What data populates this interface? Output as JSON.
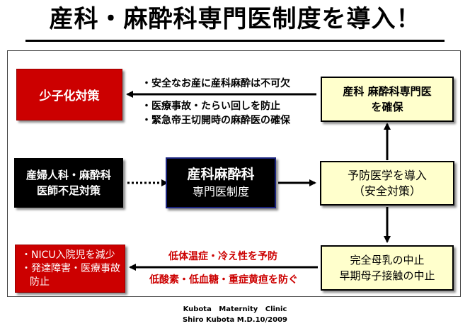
{
  "title": "産科・麻酔科専門医制度を導入！",
  "boxes": {
    "shoshika": "少子化対策",
    "fusoku": [
      "産婦人科・麻酔科",
      "医師不足対策"
    ],
    "center": [
      "産科麻酔科",
      "専門医制度"
    ],
    "kakuho": [
      "産科 麻酔科専門医",
      "を確保"
    ],
    "yobou": [
      "予防医学を導入",
      "（安全対策）"
    ],
    "chushi": [
      "完全母乳の中止",
      "早期母子接触の中止"
    ],
    "nicu": [
      "・NICU入院児を減少",
      "・発達障害・医療事故",
      "防止"
    ]
  },
  "top_bullets": [
    "・安全なお産に産科麻酔は不可欠",
    "・医療事故・たらい回しを防止",
    "・緊急帝王切開時の麻酔医の確保"
  ],
  "bottom_labels": [
    "低体温症・冷え性を予防",
    "低酸素・低血糖・重症黄疸を防ぐ"
  ],
  "footer": {
    "line1": "Kubota   Maternity   Clinic",
    "line2": "Shiro Kubota M.D.10/2009"
  },
  "colors": {
    "red_box": "#cc0000",
    "yellow_box": "#ffffcc",
    "black_box": "#000000",
    "red_text": "#cc0000"
  }
}
